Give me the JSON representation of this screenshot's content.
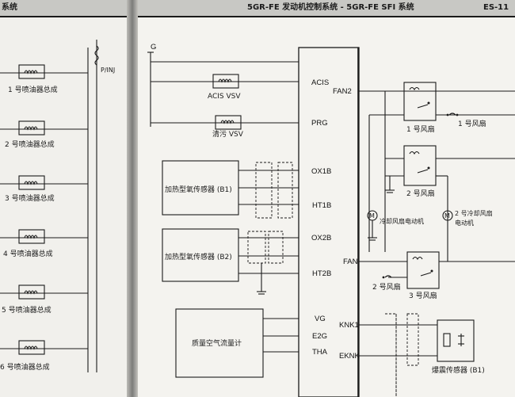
{
  "header": {
    "left_text": "系统",
    "title": "5GR-FE 发动机控制系统 - 5GR-FE SFI 系统",
    "page_number": "ES-11"
  },
  "left_page": {
    "relay_label": "P/INJ",
    "injectors": [
      "1 号喷油器总成",
      "2 号喷油器总成",
      "3 号喷油器总成",
      "4 号喷油器总成",
      "5 号喷油器总成",
      "6 号喷油器总成"
    ]
  },
  "right_page": {
    "ground_label": "G",
    "components": {
      "acis_vsv": "ACIS VSV",
      "purge_vsv": "清污 VSV",
      "o2_b1": "加热型氧传感器 (B1)",
      "o2_b2": "加热型氧传感器 (B2)",
      "maf": "质量空气流量计",
      "knock": "爆震传感器 (B1)"
    },
    "ecu_pins": {
      "acis": "ACIS",
      "prg": "PRG",
      "ox1b": "OX1B",
      "ht1b": "HT1B",
      "ox2b": "OX2B",
      "ht2b": "HT2B",
      "vg": "VG",
      "e2g": "E2G",
      "tha": "THA"
    },
    "fan_pins": {
      "fan2": "FAN2",
      "fan": "FAN",
      "knk1": "KNK1",
      "eknk": "EKNK"
    },
    "fan_labels": {
      "relay1": "1 号风扇",
      "fan1_out": "1 号风扇",
      "relay2": "2 号风扇",
      "relay3": "3 号风扇",
      "fan2_left": "2 号风扇",
      "cool_motor": "冷却风扇电动机",
      "cool_motor2": "2 号冷却风扇",
      "cool_motor2_b": "电动机"
    }
  }
}
